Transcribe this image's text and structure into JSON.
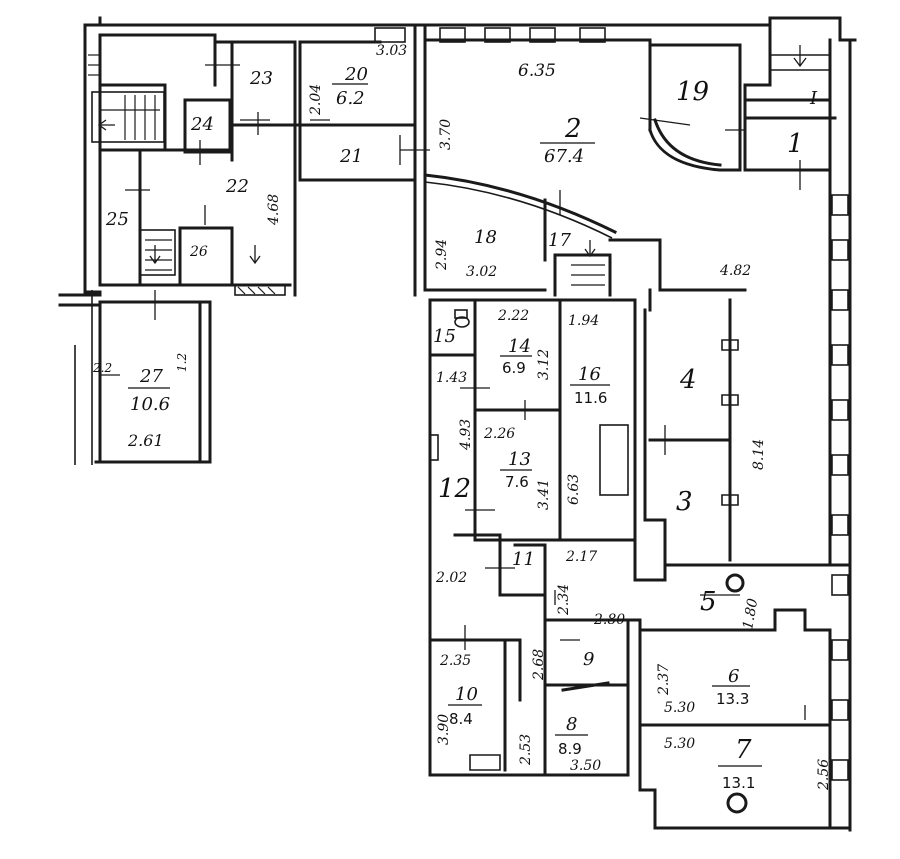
{
  "rooms": {
    "r1": {
      "id": "1"
    },
    "r2": {
      "id": "2",
      "area": "67.4"
    },
    "r3": {
      "id": "3"
    },
    "r4": {
      "id": "4"
    },
    "r5": {
      "id": "5"
    },
    "r6": {
      "id": "6",
      "area": "13.3"
    },
    "r7": {
      "id": "7",
      "area": "13.1"
    },
    "r8": {
      "id": "8",
      "area": "8.9"
    },
    "r9": {
      "id": "9"
    },
    "r10": {
      "id": "10",
      "area": "8.4"
    },
    "r11": {
      "id": "11"
    },
    "r12": {
      "id": "12"
    },
    "r13": {
      "id": "13",
      "area": "7.6"
    },
    "r14": {
      "id": "14",
      "area": "6.9"
    },
    "r15": {
      "id": "15"
    },
    "r16": {
      "id": "16",
      "area": "11.6"
    },
    "r17": {
      "id": "17"
    },
    "r18": {
      "id": "18"
    },
    "r19": {
      "id": "19"
    },
    "r20": {
      "id": "20",
      "area": "6.2"
    },
    "r21": {
      "id": "21"
    },
    "r22": {
      "id": "22"
    },
    "r23": {
      "id": "23"
    },
    "r24": {
      "id": "24"
    },
    "r25": {
      "id": "25"
    },
    "r26": {
      "id": "26"
    },
    "r27": {
      "id": "27",
      "area": "10.6"
    }
  },
  "stair_label": "I",
  "dims": {
    "d635": "6.35",
    "d303": "3.03",
    "d204": "2.04",
    "d370": "3.70",
    "d294": "2.94",
    "d302": "3.02",
    "d468": "4.68",
    "d482": "4.82",
    "d222": "2.22",
    "d312": "3.12",
    "d194": "1.94",
    "d143": "1.43",
    "d493": "4.93",
    "d226": "2.26",
    "d341": "3.41",
    "d663": "6.63",
    "d814": "8.14",
    "d202": "2.02",
    "d217": "2.17",
    "d234": "2.34",
    "d280": "2.80",
    "d180": "1.80",
    "d235": "2.35",
    "d268": "2.68",
    "d237": "2.37",
    "d530a": "5.30",
    "d530b": "5.30",
    "d390": "3.90",
    "d253": "2.53",
    "d350": "3.50",
    "d256": "2.56",
    "d261": "2.61",
    "d22": "2.2",
    "d12": "1.2"
  }
}
